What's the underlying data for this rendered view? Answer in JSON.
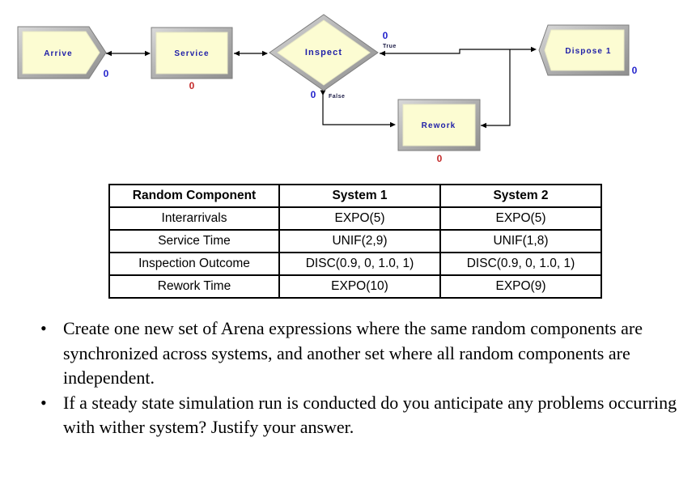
{
  "flowchart": {
    "modules": {
      "arrive": {
        "label": "Arrive",
        "count": "0"
      },
      "service": {
        "label": "Service",
        "count": "0"
      },
      "inspect": {
        "label": "Inspect"
      },
      "rework": {
        "label": "Rework",
        "count": "0"
      },
      "dispose": {
        "label": "Dispose 1",
        "count": "0"
      }
    },
    "branches": {
      "true": {
        "label": "True",
        "count": "0"
      },
      "false": {
        "label": "False",
        "count": "0"
      }
    },
    "colors": {
      "module_fill": "#FCFCD2",
      "frame_gray": "#ACACAC",
      "label_text": "#2020A8",
      "counter_blue": "#2323CC",
      "counter_red": "#C42A2A",
      "connector": "#000000"
    }
  },
  "table": {
    "headers": [
      "Random Component",
      "System 1",
      "System 2"
    ],
    "rows": [
      [
        "Interarrivals",
        "EXPO(5)",
        "EXPO(5)"
      ],
      [
        "Service Time",
        "UNIF(2,9)",
        "UNIF(1,8)"
      ],
      [
        "Inspection Outcome",
        "DISC(0.9, 0, 1.0, 1)",
        "DISC(0.9, 0, 1.0, 1)"
      ],
      [
        "Rework Time",
        "EXPO(10)",
        "EXPO(9)"
      ]
    ]
  },
  "bullets": [
    "Create one new set of Arena expressions where the same random components are synchronized across systems, and another set where all random components are independent.",
    "If a steady state simulation run is conducted do you anticipate any problems occurring with wither system? Justify your answer."
  ]
}
